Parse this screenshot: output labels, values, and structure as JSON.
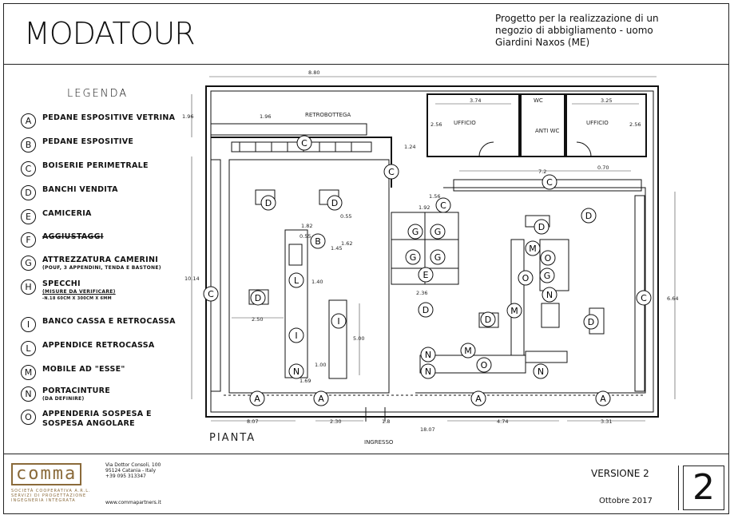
{
  "header": {
    "logo": "MODATOUR",
    "project_lines": [
      "Progetto per la realizzazione di un",
      "negozio di abbigliamento - uomo",
      "Giardini Naxos (ME)"
    ]
  },
  "legend": {
    "title": "LEGENDA",
    "items": [
      {
        "key": "A",
        "label": "PEDANE ESPOSITIVE VETRINA"
      },
      {
        "key": "B",
        "label": "PEDANE ESPOSITIVE"
      },
      {
        "key": "C",
        "label": "BOISERIE PERIMETRALE"
      },
      {
        "key": "D",
        "label": "BANCHI VENDITA"
      },
      {
        "key": "E",
        "label": "CAMICERIA"
      },
      {
        "key": "F",
        "label": "AGGIUSTAGGI"
      },
      {
        "key": "G",
        "label": "ATTREZZATURA CAMERINI",
        "sub": "(POUF, 3 APPENDINI, TENDA E BASTONE)"
      },
      {
        "key": "H",
        "label": "SPECCHI",
        "sub": "(MISURE DA VERIFICARE)",
        "sub2": "-N.18 60CM X 300CM X 6MM"
      },
      {
        "key": "I",
        "label": "BANCO CASSA E RETROCASSA"
      },
      {
        "key": "L",
        "label": "APPENDICE RETROCASSA"
      },
      {
        "key": "M",
        "label": "MOBILE AD \"ESSE\""
      },
      {
        "key": "N",
        "label": "PORTACINTURE",
        "sub": "(DA DEFINIRE)"
      },
      {
        "key": "O",
        "label": "APPENDERIA SOSPESA E",
        "label2": "SOSPESA ANGOLARE"
      }
    ]
  },
  "plan": {
    "retrobottega": "RETROBOTTEGA",
    "ufficio": "UFFICIO",
    "wc": "WC",
    "anti_wc": "ANTI WC",
    "pianta": "PIANTA",
    "ingresso": "INGRESSO",
    "dims": {
      "top": "8.80",
      "d374": "3.74",
      "d325": "3.25",
      "d196a": "1.96",
      "d196b": "1.96",
      "d256a": "2.56",
      "d256b": "2.56",
      "d124": "1.24",
      "d72": "7.2",
      "d070": "0.70",
      "d156": "1.56",
      "d192": "1.92",
      "d055": "0.55",
      "d182": "1.82",
      "d055b": "0.55",
      "d162": "1.62",
      "d145": "1.45",
      "d140": "1.40",
      "d236": "2.36",
      "d250": "2.50",
      "d500": "5.00",
      "d100": "1.00",
      "d169": "1.69",
      "d1014": "10.14",
      "d664": "6.64",
      "d807": "8.07",
      "d230": "2.30",
      "d18": "1.8",
      "d1807": "18.07",
      "d474": "4.74",
      "d331": "3.31"
    }
  },
  "footer": {
    "company": "comma",
    "company_sub1": "SOCIETÀ COOPERATIVA A.R.L.",
    "company_sub2": "SERVIZI DI PROGETTAZIONE",
    "company_sub3": "INGEGNERIA INTEGRATA",
    "address": [
      "Via Dottor Consoli, 100",
      "95124 Catania - Italy",
      "+39 095 313347"
    ],
    "website": "www.commapartners.it",
    "version": "VERSIONE 2",
    "date": "Ottobre 2017",
    "sheet_number": "2"
  }
}
